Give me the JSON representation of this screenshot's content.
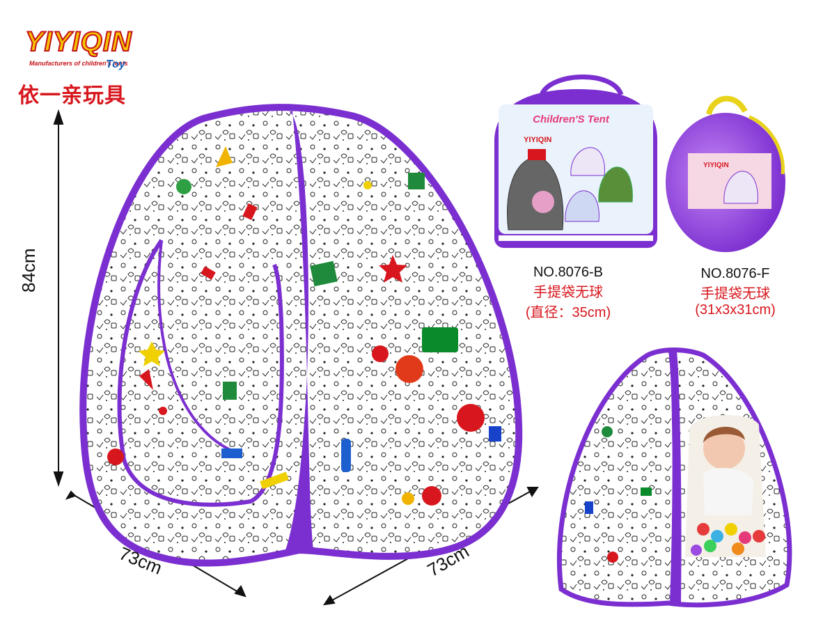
{
  "brand": {
    "logo_text": "YIYIQIN",
    "logo_tagline": "Manufacturers of children's tents",
    "logo_suffix": "Toy",
    "name_cn": "依一亲玩具"
  },
  "dimensions": {
    "height": "84cm",
    "width_left": "73cm",
    "width_right": "73cm"
  },
  "products": [
    {
      "model": "NO.8076-B",
      "desc": "手提袋无球",
      "size": "(直径：35cm)"
    },
    {
      "model": "NO.8076-F",
      "desc": "手提袋无球",
      "size": "(31x3x31cm)"
    }
  ],
  "package": {
    "title": "Children'S Tent",
    "brand": "YIYIQIN"
  },
  "colors": {
    "tent_purple": "#7b2fd0",
    "brand_red": "#d7161d",
    "logo_yellow": "#f5c400"
  }
}
